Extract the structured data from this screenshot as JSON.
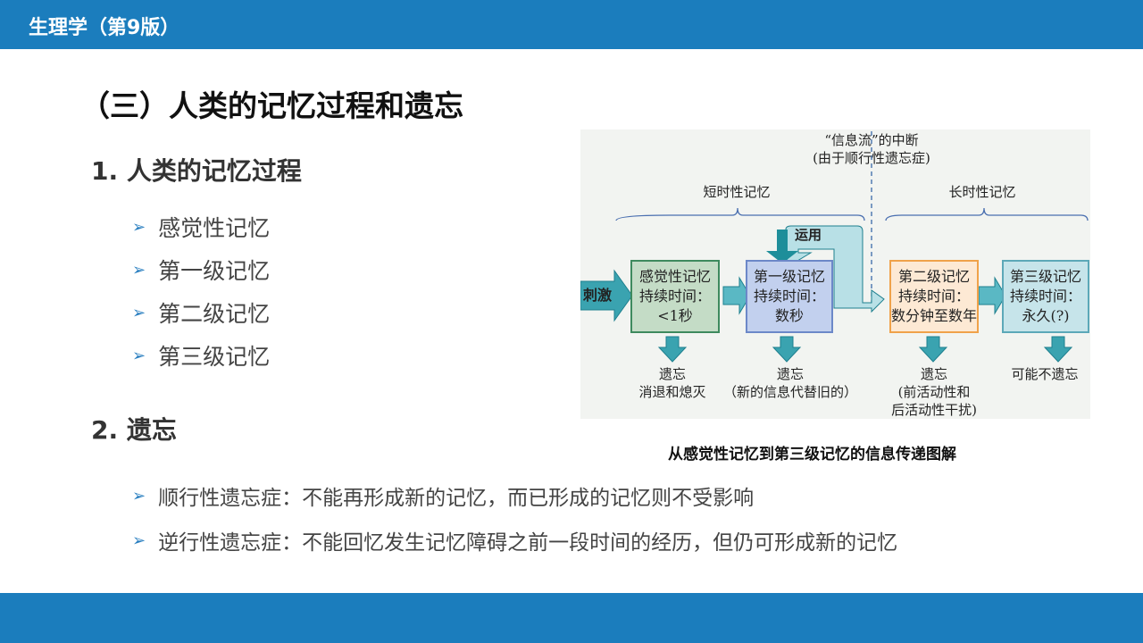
{
  "header": {
    "title": "生理学（第9版）"
  },
  "slide": {
    "title": "（三）人类的记忆过程和遗忘",
    "section1": {
      "heading": "1. 人类的记忆过程",
      "items": [
        "感觉性记忆",
        "第一级记忆",
        "第二级记忆",
        "第三级记忆"
      ]
    },
    "section2": {
      "heading": "2. 遗忘",
      "items": [
        "顺行性遗忘症：不能再形成新的记忆，而已形成的记忆则不受影响",
        "逆行性遗忘症：不能回忆发生记忆障碍之前一段时间的经历，但仍可形成新的记忆"
      ]
    },
    "bullet_glyph": "➢"
  },
  "diagram": {
    "interrupt": [
      "“信息流”的中断",
      "(由于顺行性遗忘症)"
    ],
    "short_term": "短时性记忆",
    "long_term": "长时性记忆",
    "stimulus": "刺激",
    "use": "运用",
    "boxes": [
      {
        "lines": [
          "感觉性记忆",
          "持续时间：",
          "<1秒"
        ],
        "outcome": [
          "遗忘",
          "消退和熄灭"
        ]
      },
      {
        "lines": [
          "第一级记忆",
          "持续时间：",
          "数秒"
        ],
        "outcome": [
          "遗忘",
          "（新的信息代替旧的）"
        ]
      },
      {
        "lines": [
          "第二级记忆",
          "持续时间：",
          "数分钟至数年"
        ],
        "outcome": [
          "遗忘",
          "(前活动性和",
          "后活动性干扰)"
        ]
      },
      {
        "lines": [
          "第三级记忆",
          "持续时间：",
          "永久(?)"
        ],
        "outcome": [
          "可能不遗忘"
        ]
      }
    ],
    "caption": "从感觉性记忆到第三级记忆的信息传递图解"
  }
}
